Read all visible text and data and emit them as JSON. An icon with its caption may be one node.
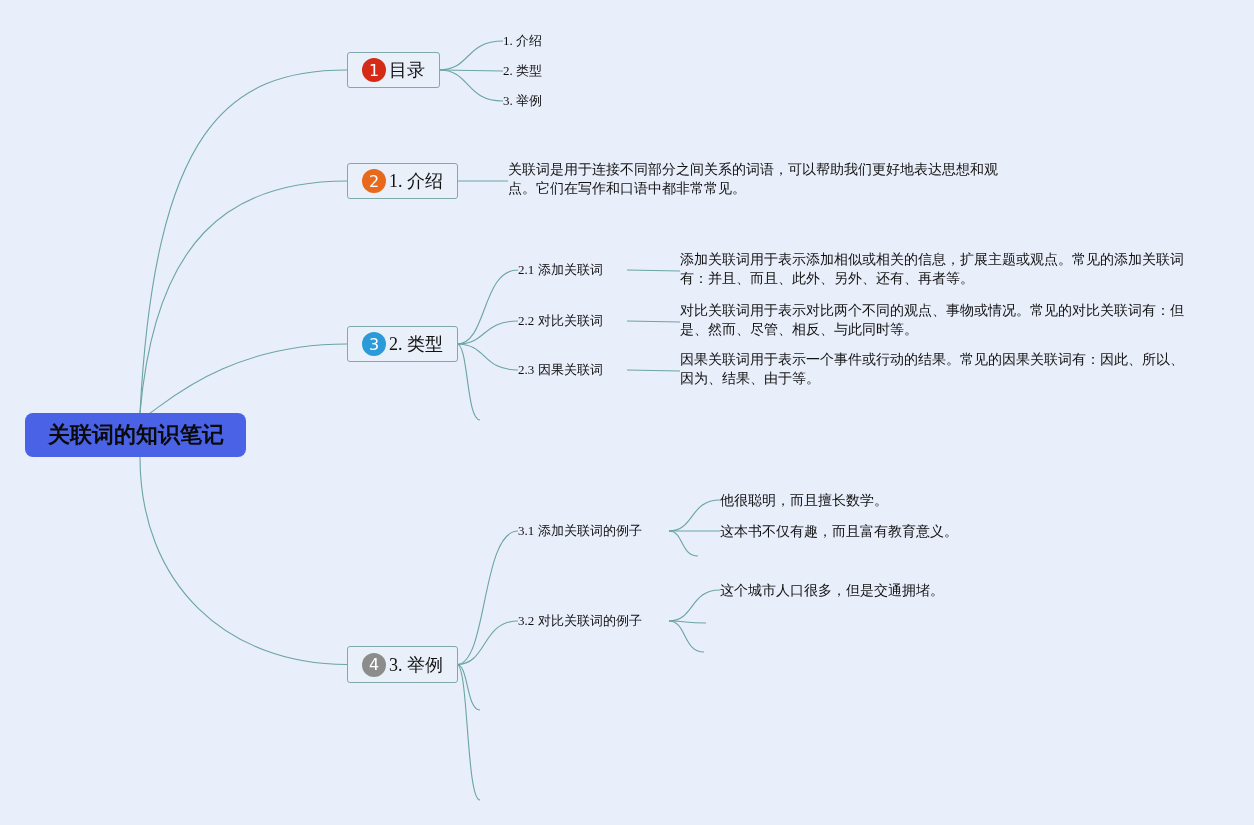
{
  "diagram": {
    "nodes": [
      {
        "text": [
          "关联词的知识笔记"
        ]
      },
      {
        "text": [
          "1",
          "目录"
        ]
      },
      {
        "text": [
          "2",
          "1. 介绍"
        ]
      },
      {
        "text": [
          "3",
          "2. 类型"
        ]
      },
      {
        "text": [
          "4",
          "3. 举例"
        ]
      },
      {
        "text": [
          "1. 介绍"
        ]
      },
      {
        "text": [
          "2. 类型"
        ]
      },
      {
        "text": [
          "3. 举例"
        ]
      },
      {
        "text": [
          "关联词是用于连接不同部分之间关系的词语，可以帮助我们更好地表达思想和观点。它们在写作和口语中都非常常见。"
        ]
      },
      {
        "text": [
          "2.1 添加关联词"
        ]
      },
      {
        "text": [
          "添加关联词用于表示添加相似或相关的信息，扩展主题或观点。常见的添加关联词有：并且、而且、此外、另外、还有、再者等。"
        ]
      },
      {
        "text": [
          "2.2 对比关联词"
        ]
      },
      {
        "text": [
          "对比关联词用于表示对比两个不同的观点、事物或情况。常见的对比关联词有：但是、然而、尽管、相反、与此同时等。"
        ]
      },
      {
        "text": [
          "2.3 因果关联词"
        ]
      },
      {
        "text": [
          "因果关联词用于表示一个事件或行动的结果。常见的因果关联词有：因此、所以、因为、结果、由于等。"
        ]
      },
      {
        "text": [
          "3.1 添加关联词的例子"
        ]
      },
      {
        "text": [
          "他很聪明，而且擅长数学。"
        ]
      },
      {
        "text": [
          "这本书不仅有趣，而且富有教育意义。"
        ]
      },
      {
        "text": [
          "3.2 对比关联词的例子"
        ]
      },
      {
        "text": [
          "这个城市人口很多，但是交通拥堵。"
        ]
      }
    ],
    "edges": [
      {
        "from": 0,
        "to": 1,
        "arrow": "none"
      },
      {
        "from": 0,
        "to": 2,
        "arrow": "none"
      },
      {
        "from": 0,
        "to": 3,
        "arrow": "none"
      },
      {
        "from": 0,
        "to": 4,
        "arrow": "none"
      },
      {
        "from": 1,
        "to": 5,
        "arrow": "none"
      },
      {
        "from": 1,
        "to": 6,
        "arrow": "none"
      },
      {
        "from": 1,
        "to": 7,
        "arrow": "none"
      },
      {
        "from": 2,
        "to": 8,
        "arrow": "none"
      },
      {
        "from": 3,
        "to": 9,
        "arrow": "none"
      },
      {
        "from": 3,
        "to": 11,
        "arrow": "none"
      },
      {
        "from": 3,
        "to": 13,
        "arrow": "none"
      },
      {
        "from": 3,
        "to": null,
        "arrow": "none"
      },
      {
        "from": 9,
        "to": 10,
        "arrow": "none"
      },
      {
        "from": 11,
        "to": 12,
        "arrow": "none"
      },
      {
        "from": 13,
        "to": 14,
        "arrow": "none"
      },
      {
        "from": 4,
        "to": 15,
        "arrow": "none"
      },
      {
        "from": 4,
        "to": 18,
        "arrow": "none"
      },
      {
        "from": 4,
        "to": null,
        "arrow": "none"
      },
      {
        "from": 4,
        "to": null,
        "arrow": "none"
      },
      {
        "from": 15,
        "to": 16,
        "arrow": "none"
      },
      {
        "from": 15,
        "to": 17,
        "arrow": "none"
      },
      {
        "from": 15,
        "to": null,
        "arrow": "none"
      },
      {
        "from": 18,
        "to": 19,
        "arrow": "none"
      },
      {
        "from": 18,
        "to": null,
        "arrow": "none"
      },
      {
        "from": 18,
        "to": null,
        "arrow": "none"
      }
    ]
  }
}
